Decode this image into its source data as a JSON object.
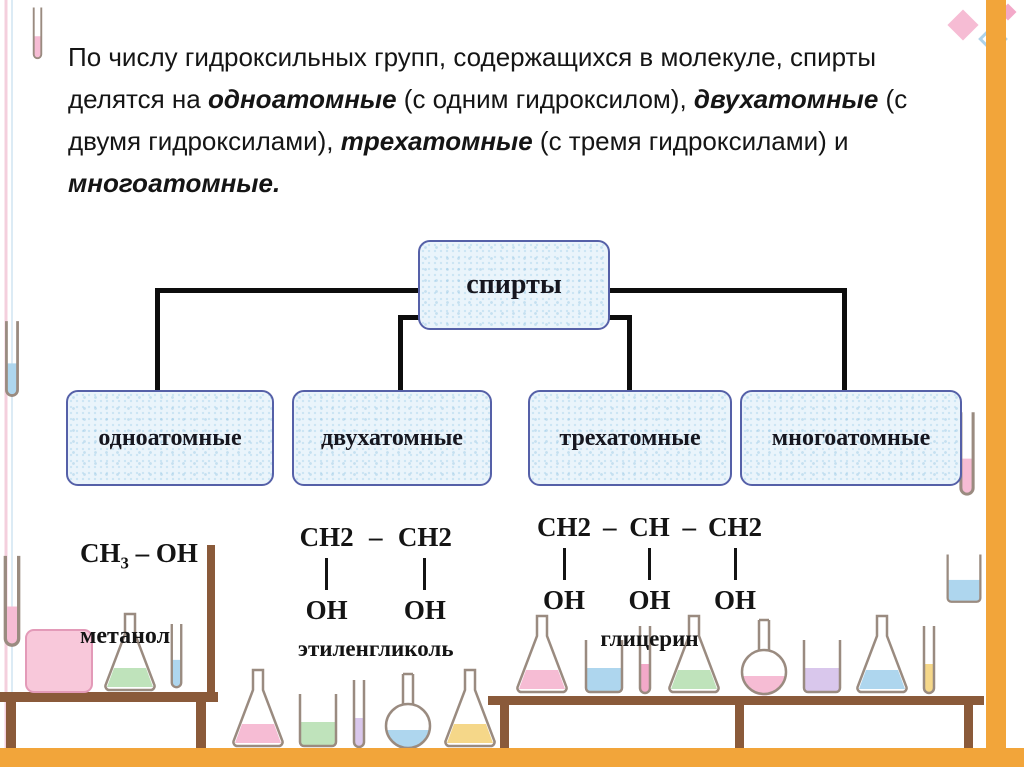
{
  "theme": {
    "accent-orange": "#f2a53a",
    "box-border": "#5560a8",
    "box-bg": "#eaf4fb",
    "line-color": "#0d0d0d"
  },
  "intro": {
    "segments": [
      {
        "text": "По числу гидроксильных групп, содержащихся в молекуле, спирты делятся на ",
        "bold": false
      },
      {
        "text": "одноатомные",
        "bold": true
      },
      {
        "text": " (с одним гидроксилом), ",
        "bold": false
      },
      {
        "text": "двухатомные",
        "bold": true
      },
      {
        "text": " (с двумя гидроксилами), ",
        "bold": false
      },
      {
        "text": "трехатомные",
        "bold": true
      },
      {
        "text": " (с тремя гидроксилами) и ",
        "bold": false
      },
      {
        "text": "многоатомные.",
        "bold": true
      }
    ]
  },
  "diagram": {
    "root_label": "спирты",
    "children": [
      {
        "label": "одноатомные"
      },
      {
        "label": "двухатомные"
      },
      {
        "label": "трехатомные"
      },
      {
        "label": "многоатомные"
      }
    ]
  },
  "formulas": {
    "methanol": {
      "prefix": "CH",
      "subscript": "3",
      "suffix": " – OH",
      "name": "метанол"
    },
    "ethylene_glycol": {
      "top": [
        "CH2",
        "–",
        "CH2"
      ],
      "oh": [
        "OH",
        "OH"
      ],
      "name": "этиленгликоль"
    },
    "glycerin": {
      "top": [
        "CH2",
        "–",
        "CH",
        "–",
        "CH2"
      ],
      "oh": [
        "OH",
        "OH",
        "OH"
      ],
      "name": "глицерин"
    }
  },
  "decorations": {
    "items": [
      "test-tube",
      "erlenmeyer-flask",
      "beaker",
      "round-flask",
      "wooden-shelf",
      "diamond-ornament"
    ]
  }
}
